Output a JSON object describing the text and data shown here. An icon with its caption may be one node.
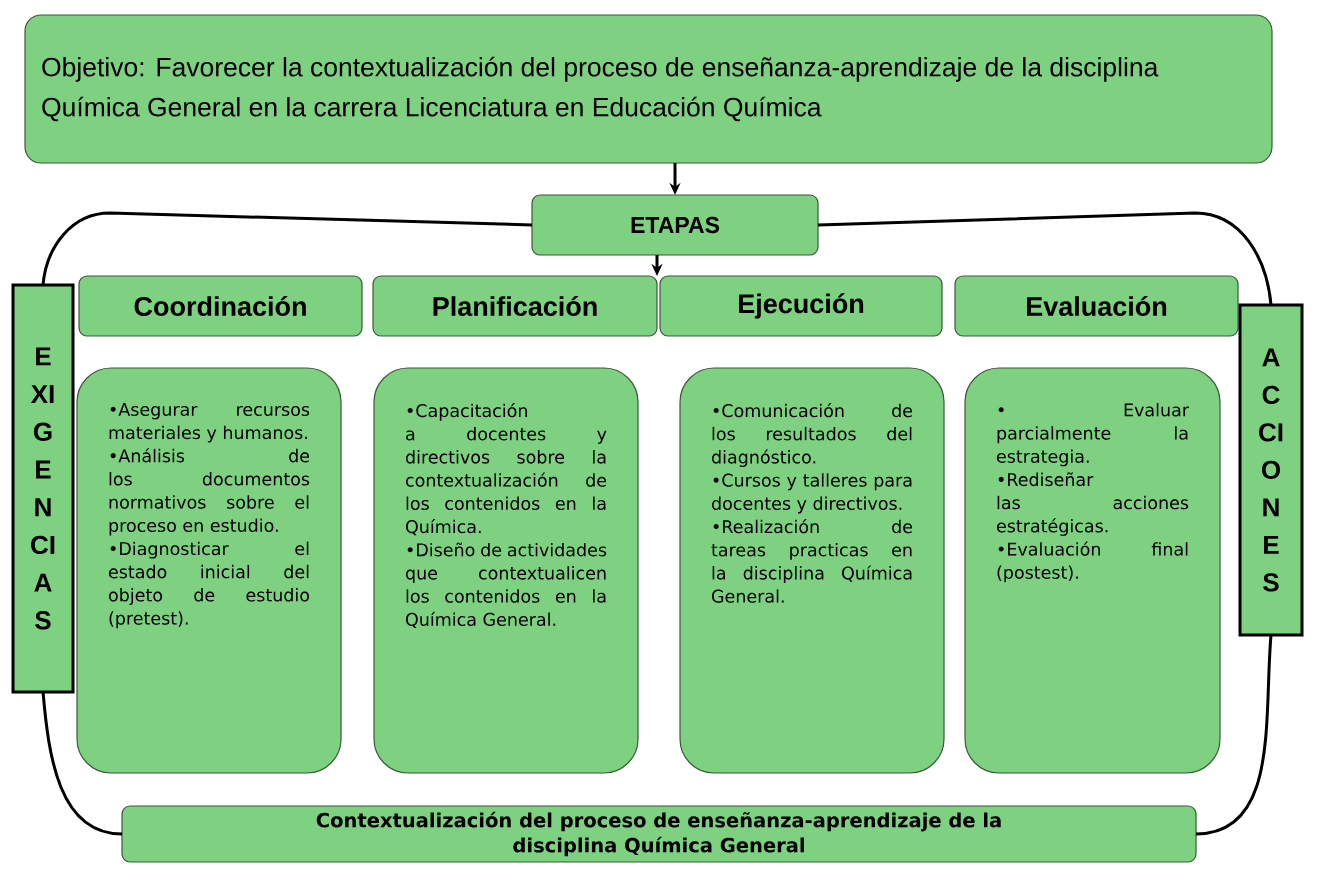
{
  "diagram": {
    "nodes": [
      {
        "text": [
          "Objetivo: Favorecer la contextualización del proceso de enseñanza-aprendizaje de la disciplina Química General en la carrera Licenciatura en Educación Química"
        ]
      },
      {
        "text": [
          "ETAPAS"
        ]
      },
      {
        "text": [
          "Coordinación"
        ]
      },
      {
        "text": [
          "Planificación"
        ]
      },
      {
        "text": [
          "Ejecución"
        ]
      },
      {
        "text": [
          "Evaluación"
        ]
      },
      {
        "text": [
          "•Asegurar recursos materiales y humanos.",
          "•Análisis de los documentos normativos sobre el proceso en estudio.",
          "•Diagnosticar el estado inicial del objeto de estudio (pretest)."
        ]
      },
      {
        "text": [
          "•Capacitación a docentes y directivos sobre la contextualización de los contenidos en la Química.",
          "•Diseño de actividades que contextualicen los contenidos en la Química General."
        ]
      },
      {
        "text": [
          "•Comunicación de los resultados del diagnóstico.",
          "•Cursos y talleres para docentes y directivos.",
          "•Realización de tareas practicas en la disciplina Química General."
        ]
      },
      {
        "text": [
          "• Evaluar parcialmente la estrategia.",
          "•Rediseñar las acciones estratégicas.",
          "•Evaluación final (postest)."
        ]
      },
      {
        "text": [
          "EXIGENCIAS"
        ]
      },
      {
        "text": [
          "ACCIONES"
        ]
      },
      {
        "text": [
          "Contextualización del proceso de enseñanza-aprendizaje de la disciplina Química General"
        ]
      }
    ],
    "edges": [
      {
        "from": 0,
        "to": 1,
        "arrow": "to"
      },
      {
        "from": 1,
        "to": 3,
        "arrow": "to"
      },
      {
        "from": 1,
        "to": 10,
        "arrow": "none"
      },
      {
        "from": 10,
        "to": 12,
        "arrow": "none"
      },
      {
        "from": 1,
        "to": 11,
        "arrow": "none"
      },
      {
        "from": 11,
        "to": 12,
        "arrow": "none"
      }
    ]
  }
}
